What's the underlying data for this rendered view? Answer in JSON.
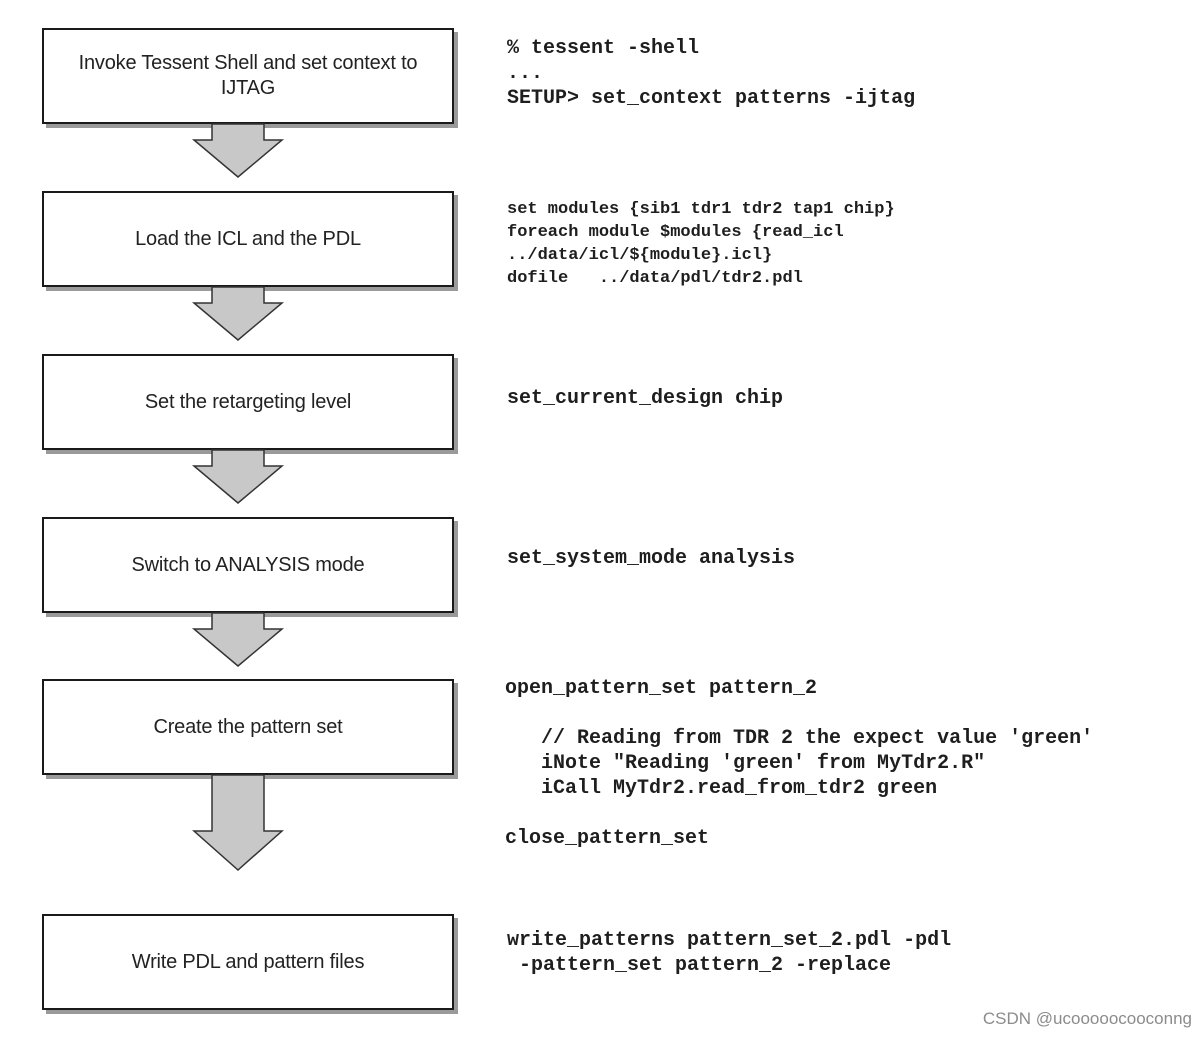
{
  "steps": [
    {
      "label": "Invoke Tessent Shell and set context to IJTAG"
    },
    {
      "label": "Load the ICL and the PDL"
    },
    {
      "label": "Set the retargeting level"
    },
    {
      "label": "Switch to ANALYSIS mode"
    },
    {
      "label": "Create the pattern set"
    },
    {
      "label": "Write PDL and pattern files"
    }
  ],
  "commands": {
    "step1": [
      "% tessent -shell",
      "...",
      "SETUP> set_context patterns -ijtag"
    ],
    "step2": [
      "set modules {sib1 tdr1 tdr2 tap1 chip}",
      "foreach module $modules {read_icl",
      "../data/icl/${module}.icl}",
      "dofile   ../data/pdl/tdr2.pdl"
    ],
    "step3": [
      "set_current_design chip"
    ],
    "step4": [
      "set_system_mode analysis"
    ],
    "step5": [
      "open_pattern_set pattern_2",
      "",
      "   // Reading from TDR 2 the expect value 'green'",
      "   iNote \"Reading 'green' from MyTdr2.R\"",
      "   iCall MyTdr2.read_from_tdr2 green",
      "",
      "close_pattern_set"
    ],
    "step6": [
      "write_patterns pattern_set_2.pdl -pdl",
      " -pattern_set pattern_2 -replace"
    ]
  },
  "watermark": "CSDN @ucooooocooconng",
  "colors": {
    "box_border": "#1a1a1a",
    "box_shadow": "#9a9a9a",
    "arrow_fill": "#c8c8c8",
    "arrow_stroke": "#333333",
    "text": "#222222"
  }
}
